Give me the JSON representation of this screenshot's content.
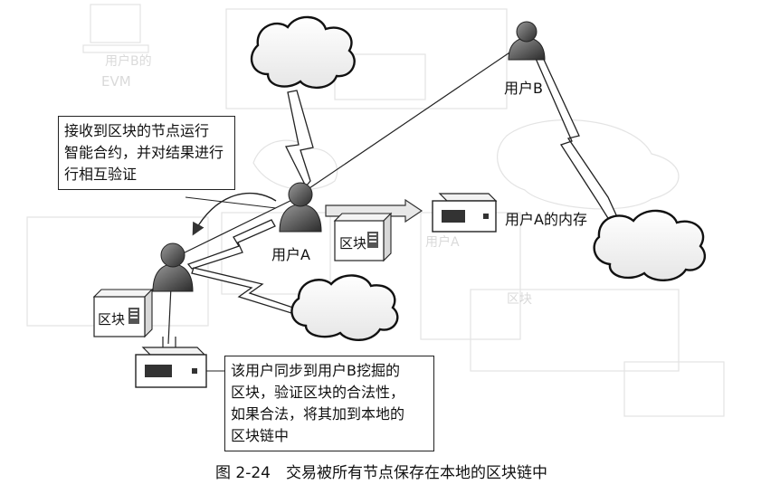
{
  "diagram": {
    "caption": "图 2-24　交易被所有节点保存在本地的区块链中",
    "user_a_label": "用户A",
    "user_b_label": "用户B",
    "memory_label": "用户A的内存",
    "block_label_center": "区块",
    "block_label_left": "区块",
    "note_top": "接收到区块的节点运行\n智能合约，并对结果进行\n行相互验证",
    "note_bottom": "该用户同步到用户B挖掘的\n区块，验证区块的合法性，\n如果合法，将其加到本地的\n区块链中",
    "faded_labels": [
      "EVM",
      "用户B的",
      "用户A",
      "区块"
    ]
  }
}
